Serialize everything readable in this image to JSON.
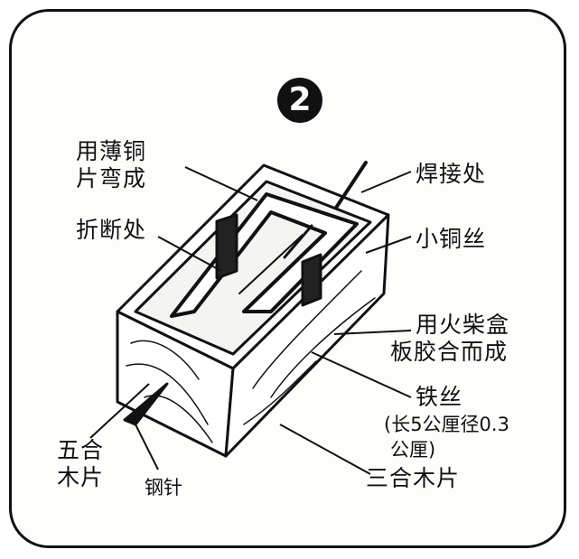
{
  "figure": {
    "number": "2"
  },
  "labels": {
    "thin_copper": [
      "用薄铜",
      "片弯成"
    ],
    "solder_joint": "焊接处",
    "break_point": "折断处",
    "small_copper_wire": "小铜丝",
    "matchbox_plywood": [
      "用火柴盒",
      "板胶合而成"
    ],
    "iron_wire": [
      "铁丝",
      "(长5公厘径0.3",
      "公厘)"
    ],
    "five_ply": [
      "五合",
      "木片"
    ],
    "steel_needle": "钢针",
    "three_ply": "三合木片"
  }
}
